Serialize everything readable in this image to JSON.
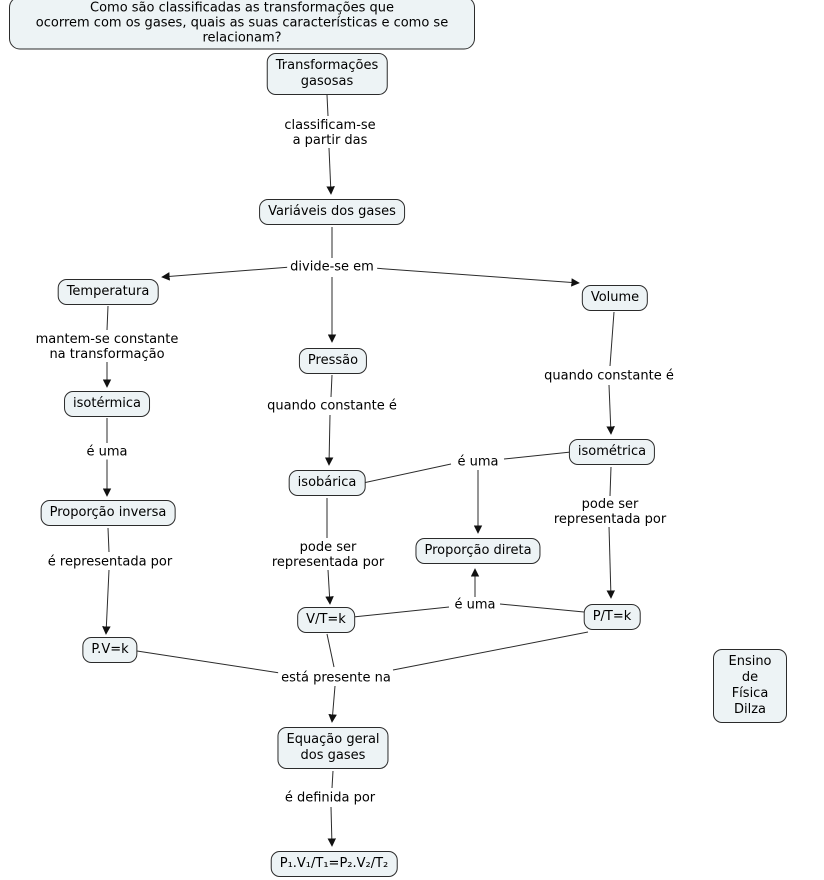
{
  "map": {
    "question": "Como são classificadas as transformações que\nocorrem com os gases, quais as suas características e como se relacionam?",
    "nodes": {
      "transformacoes": "Transformações\ngasosas",
      "variaveis": "Variáveis dos gases",
      "temperatura": "Temperatura",
      "pressao": "Pressão",
      "volume": "Volume",
      "isotermica": "isotérmica",
      "isobarica": "isobárica",
      "isometrica": "isométrica",
      "proporcao_inversa": "Proporção inversa",
      "proporcao_direta": "Proporção direta",
      "pv": "P.V=k",
      "vt": "V/T=k",
      "pt": "P/T=k",
      "equacao_geral": "Equação geral\ndos gases",
      "formula": "P₁.V₁/T₁=P₂.V₂/T₂",
      "credit": "Ensino de Física Dilza"
    },
    "edge_labels": {
      "classificam": "classificam-se\na partir das",
      "divide": "divide-se em",
      "mantem": "mantem-se constante\nna transformação",
      "e_uma_esq": "é uma",
      "e_representada": "é representada por",
      "quando_meio": "quando constante é",
      "pode_ser_meio": "pode ser\nrepresentada por",
      "quando_dir": "quando constante é",
      "pode_ser_dir": "pode ser\nrepresentada por",
      "e_uma_sup": "é uma",
      "e_uma_inf": "é uma",
      "esta_presente": "está presente na",
      "e_definida": "é definida por"
    },
    "colors": {
      "node_fill": "#edf3f5",
      "node_border": "#2b2b2b",
      "line": "#2b2b2b",
      "background": "#ffffff",
      "text": "#000000"
    }
  }
}
